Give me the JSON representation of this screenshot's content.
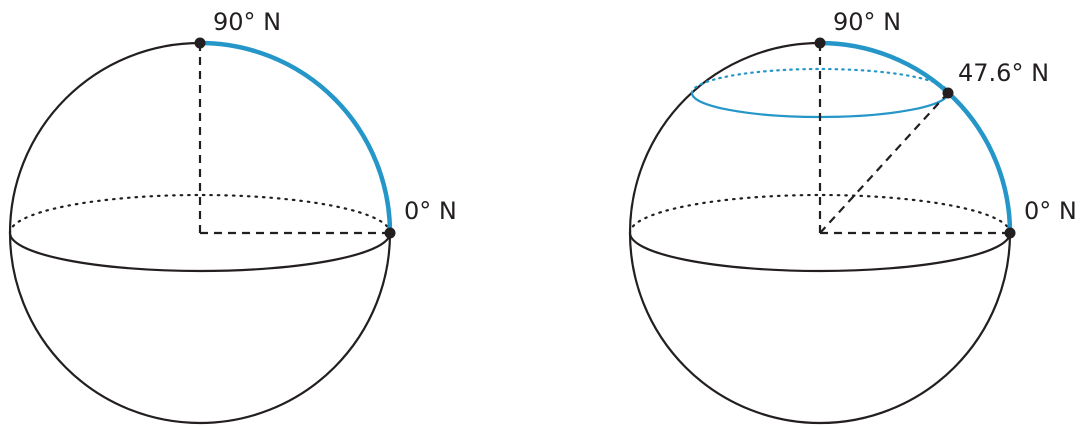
{
  "colors": {
    "accent": "#2596c8",
    "ink": "#231f20"
  },
  "left_sphere": {
    "north_label": "90° N",
    "equator_label": "0° N"
  },
  "right_sphere": {
    "north_label": "90° N",
    "latitude_label": "47.6° N",
    "equator_label": "0° N",
    "latitude_degrees": 47.6
  }
}
